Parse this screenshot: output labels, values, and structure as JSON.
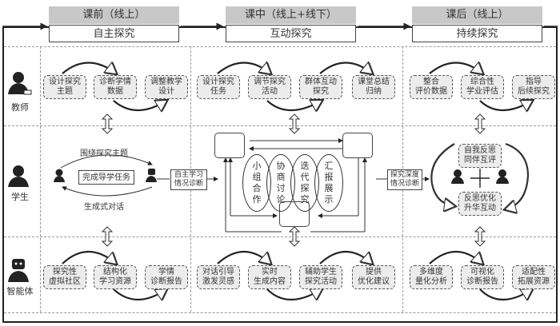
{
  "phases": [
    {
      "header": "课前（线上）",
      "title": "自主探究"
    },
    {
      "header": "课中（线上+线下）",
      "title": "互动探究"
    },
    {
      "header": "课后（线上）",
      "title": "持续探究"
    }
  ],
  "roles": [
    {
      "label": "教师",
      "icon": "teacher-icon"
    },
    {
      "label": "学生",
      "icon": "student-icon"
    },
    {
      "label": "智能体",
      "icon": "robot-icon"
    }
  ],
  "teacher_row": {
    "pre": [
      "设计探究\n主题",
      "诊断学情\n数据",
      "调整教学\n设计"
    ],
    "in": [
      "设计探究\n任务",
      "调节探究\n活动",
      "群体互动\n探究",
      "课堂总结\n归纳"
    ],
    "post": [
      "整合\n评价数据",
      "综合性\n学业评估",
      "指导\n后续探究"
    ]
  },
  "student_row": {
    "pre": {
      "top_label": "围绕探究主题",
      "center_task": "完成导学任务",
      "bottom_label": "生成式对话",
      "diag_box": "自主学习\n情况诊断"
    },
    "in": {
      "activities": [
        "小\n组\n合\n作",
        "协\n商\n讨\n论",
        "迭\n代\n探\n究",
        "汇\n报\n展\n示"
      ],
      "diag_box": "探究深度\n情况诊断"
    },
    "post": {
      "top_box": "自我反思\n同伴互评",
      "bottom_box": "反思优化\n升华互动",
      "plus": "+"
    }
  },
  "agent_row": {
    "pre": [
      "探究性\n虚拟社区",
      "结构化\n学习资源",
      "学情\n诊断报告"
    ],
    "in": [
      "对话引导\n激发灵感",
      "实时\n生成内容",
      "辅助学生\n探究活动",
      "提供\n优化建议"
    ],
    "post": [
      "多维度\n量化分析",
      "可视化\n诊断报告",
      "适配性\n拓展资源"
    ]
  }
}
